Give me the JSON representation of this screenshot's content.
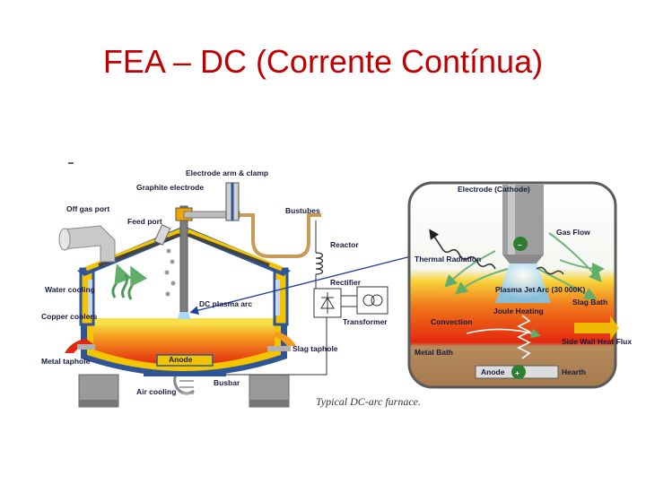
{
  "title": "FEA – DC (Corrente Contínua)",
  "colors": {
    "title": "#c00000",
    "steel_frame": "#2f5597",
    "refractory": "#f2c500",
    "slag": "#f7e04a",
    "molten": "#e8360f",
    "hearth": "#c29a6a",
    "arc": "#a9d8f5"
  },
  "furnace": {
    "labels": {
      "graphite_electrode": "Graphite electrode",
      "electrode_arm": "Electrode arm & clamp",
      "off_gas": "Off gas port",
      "feed_port": "Feed port",
      "bustubes": "Bustubes",
      "reactor": "Reactor",
      "rectifier": "Rectifier",
      "transformer": "Transformer",
      "water_cooling": "Water cooling",
      "copper_coolers": "Copper coolers",
      "dc_plasma_arc": "DC plasma arc",
      "anode": "Anode",
      "slag_taphole": "Slag taphole",
      "metal_taphole": "Metal taphole",
      "busbar": "Busbar",
      "air_cooling": "Air cooling"
    },
    "caption": "Typical DC-arc furnace."
  },
  "detail": {
    "labels": {
      "electrode_cathode": "Electrode (Cathode)",
      "gas_flow": "Gas Flow",
      "thermal_radiation": "Thermal Radiation",
      "plasma_jet": "Plasma Jet",
      "arc": "Arc (30 000K)",
      "slag_bath": "Slag Bath",
      "joule_heating": "Joule Heating",
      "convection": "Convection",
      "side_wall": "Side Wall Heat Flux",
      "metal_bath": "Metal Bath",
      "anode": "Anode",
      "hearth": "Hearth",
      "minus": "–",
      "plus": "+"
    }
  }
}
